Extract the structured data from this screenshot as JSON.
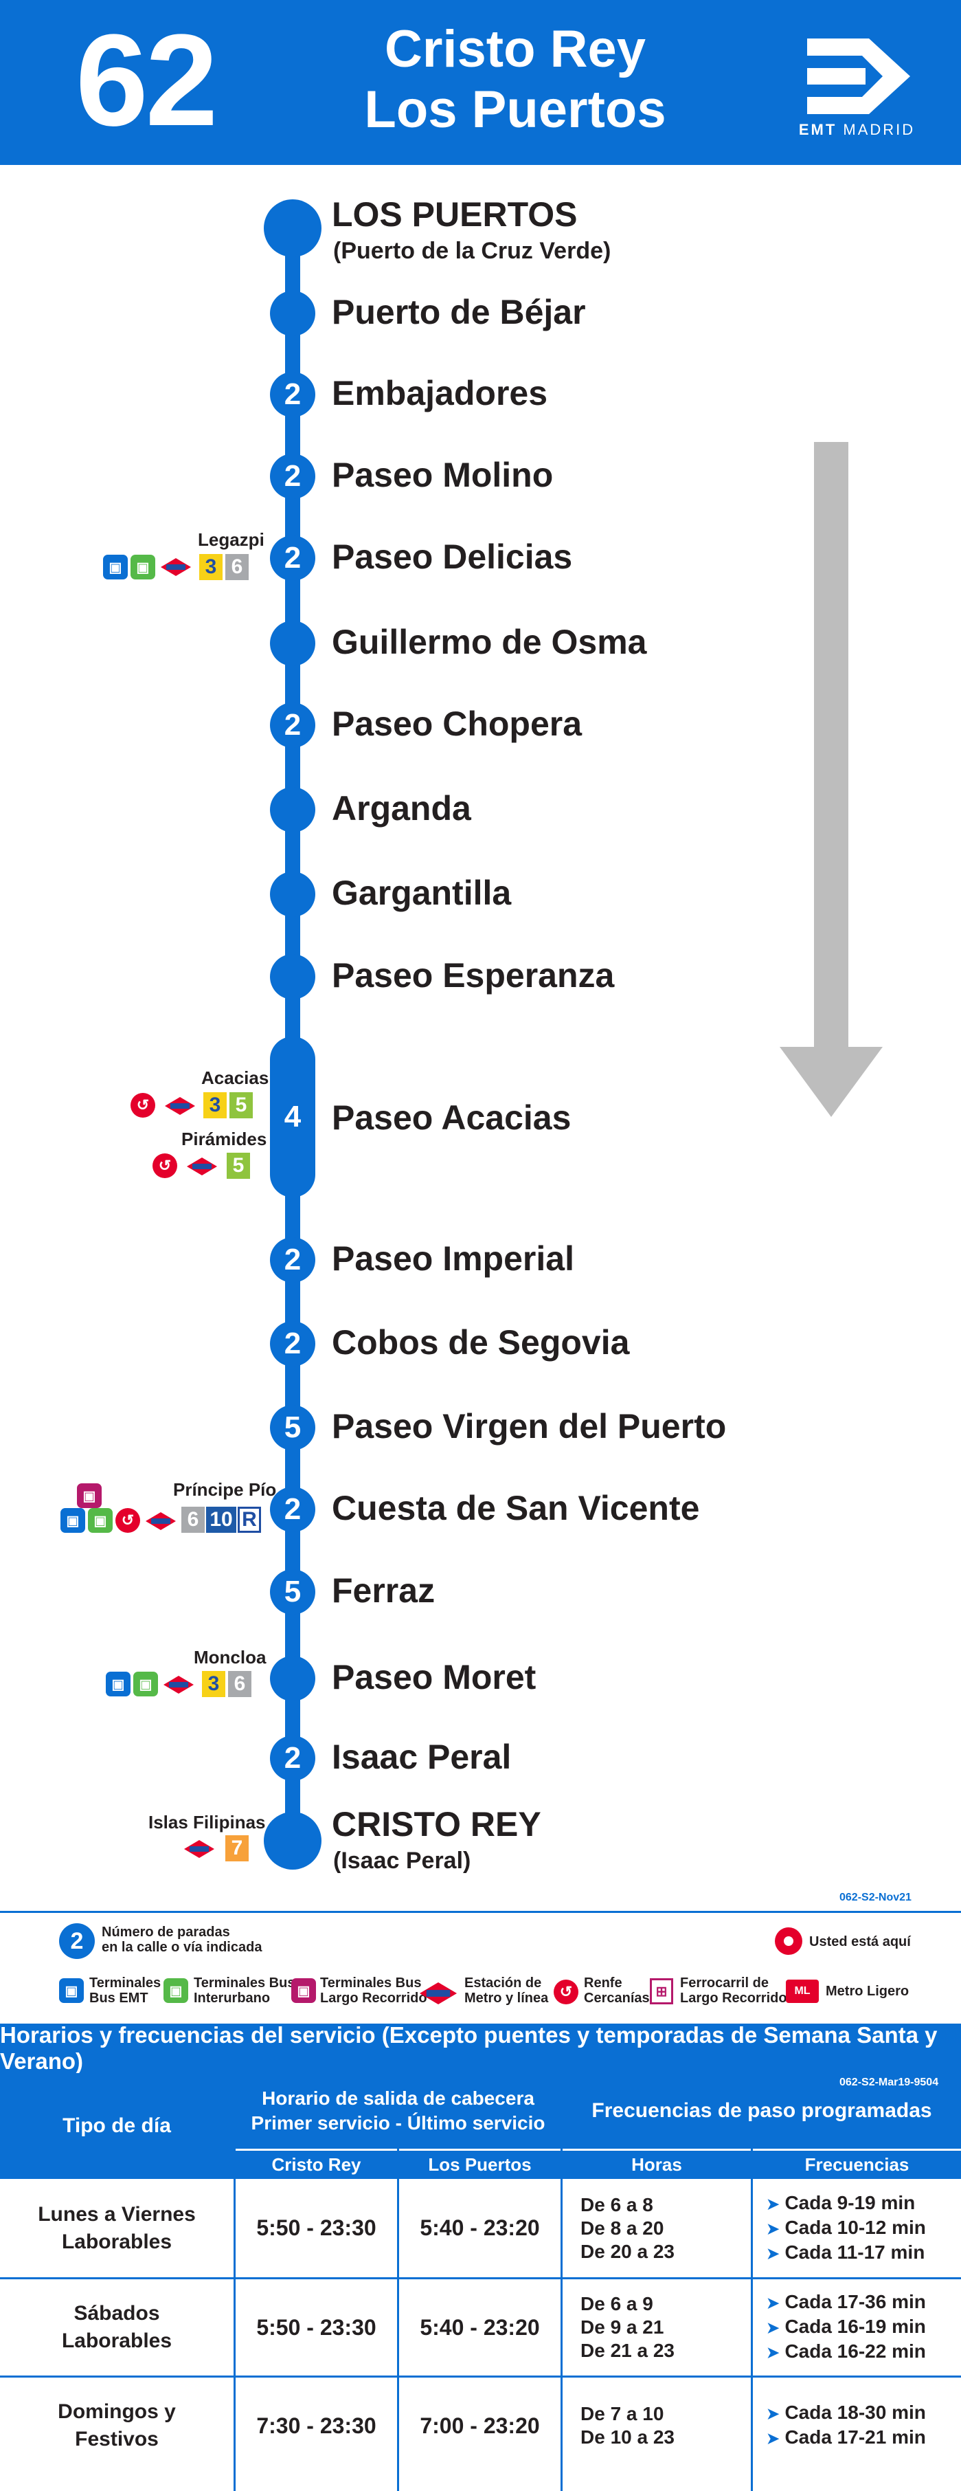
{
  "header": {
    "line_number": "62",
    "destination_line1": "Cristo Rey",
    "destination_line2": "Los Puertos",
    "logo_text_bold": "EMT",
    "logo_text_light": "MADRID"
  },
  "stops": [
    {
      "name": "LOS PUERTOS",
      "sub": "(Puerto de la Cruz Verde)",
      "count": ""
    },
    {
      "name": "Puerto de Béjar",
      "count": ""
    },
    {
      "name": "Embajadores",
      "count": "2"
    },
    {
      "name": "Paseo Molino",
      "count": "2"
    },
    {
      "name": "Paseo Delicias",
      "count": "2"
    },
    {
      "name": "Guillermo de Osma",
      "count": ""
    },
    {
      "name": "Paseo Chopera",
      "count": "2"
    },
    {
      "name": "Arganda",
      "count": ""
    },
    {
      "name": "Gargantilla",
      "count": ""
    },
    {
      "name": "Paseo Esperanza",
      "count": ""
    },
    {
      "name": "Paseo Acacias",
      "count": "4"
    },
    {
      "name": "Paseo Imperial",
      "count": "2"
    },
    {
      "name": "Cobos de Segovia",
      "count": "2"
    },
    {
      "name": "Paseo Virgen del Puerto",
      "count": "5"
    },
    {
      "name": "Cuesta de San Vicente",
      "count": "2"
    },
    {
      "name": "Ferraz",
      "count": "5"
    },
    {
      "name": "Paseo Moret",
      "count": ""
    },
    {
      "name": "Isaac Peral",
      "count": "2"
    },
    {
      "name": "CRISTO REY",
      "sub": "(Isaac Peral)",
      "count": ""
    }
  ],
  "connections": {
    "legazpi": {
      "label": "Legazpi",
      "lines": [
        "3",
        "6"
      ]
    },
    "acacias": {
      "label": "Acacias",
      "lines": [
        "3",
        "5"
      ]
    },
    "piramides": {
      "label": "Pirámides",
      "lines": [
        "5"
      ]
    },
    "principe_pio": {
      "label": "Príncipe Pío",
      "lines": [
        "6",
        "10",
        "R"
      ]
    },
    "moncloa": {
      "label": "Moncloa",
      "lines": [
        "3",
        "6"
      ]
    },
    "islas_filipinas": {
      "label": "Islas Filipinas",
      "lines": [
        "7"
      ]
    }
  },
  "colors": {
    "emt_blue": "#0a6fd3",
    "metro_red": "#e4002b",
    "metro_blue": "#1f4ea3",
    "line3": "#f7d117",
    "line5": "#8fc43e",
    "line6": "#a7a9ac",
    "line7": "#f7a13a",
    "line10": "#1e5aa8",
    "lineR": "#ffffff",
    "bus_emt": "#0a6fd3",
    "bus_interurbano": "#55b948",
    "bus_largo": "#b5196b",
    "arrow_grey": "#bdbdbd"
  },
  "codes": {
    "map_code": "062-S2-Nov21",
    "table_code": "062-S2-Mar19-9504"
  },
  "legend": {
    "stops_count_line1": "Número de paradas",
    "stops_count_line2": "en la calle o vía indicada",
    "you_are_here": "Usted está aquí",
    "bus_emt_1": "Terminales",
    "bus_emt_2": "Bus EMT",
    "bus_inter_1": "Terminales Bus",
    "bus_inter_2": "Interurbano",
    "bus_largo_1": "Terminales Bus",
    "bus_largo_2": "Largo Recorrido",
    "metro_1": "Estación de",
    "metro_2": "Metro y línea",
    "renfe_1": "Renfe",
    "renfe_2": "Cercanías",
    "ferro_1": "Ferrocarril de",
    "ferro_2": "Largo Recorrido",
    "metro_ligero": "Metro Ligero"
  },
  "schedule": {
    "title": "Horarios y frecuencias del servicio (Excepto puentes y temporadas de Semana Santa y Verano)",
    "col_day_type": "Tipo de día",
    "col_schedule_line1": "Horario de salida de cabecera",
    "col_schedule_line2": "Primer servicio - Último servicio",
    "col_freq": "Frecuencias de paso programadas",
    "sub_cristo_rey": "Cristo Rey",
    "sub_los_puertos": "Los Puertos",
    "sub_horas": "Horas",
    "sub_frecuencias": "Frecuencias",
    "rows": [
      {
        "day_line1": "Lunes a Viernes",
        "day_line2": "Laborables",
        "cristo_rey": "5:50 - 23:30",
        "los_puertos": "5:40 - 23:20",
        "hours": [
          "De 6 a 8",
          "De 8 a 20",
          "De 20 a 23"
        ],
        "freqs": [
          "Cada 9-19 min",
          "Cada 10-12 min",
          "Cada 11-17  min"
        ]
      },
      {
        "day_line1": "Sábados",
        "day_line2": "Laborables",
        "cristo_rey": "5:50 - 23:30",
        "los_puertos": "5:40 - 23:20",
        "hours": [
          "De 6 a 9",
          "De 9 a 21",
          "De 21 a 23"
        ],
        "freqs": [
          "Cada 17-36 min",
          "Cada 16-19 min",
          "Cada 16-22 min"
        ]
      },
      {
        "day_line1": "Domingos y",
        "day_line2": "Festivos",
        "cristo_rey": "7:30 - 23:30",
        "los_puertos": "7:00 - 23:20",
        "hours": [
          "De 7 a 10",
          "De 10 a 23"
        ],
        "freqs": [
          "Cada 18-30 min",
          "Cada 17-21 min"
        ]
      }
    ]
  }
}
